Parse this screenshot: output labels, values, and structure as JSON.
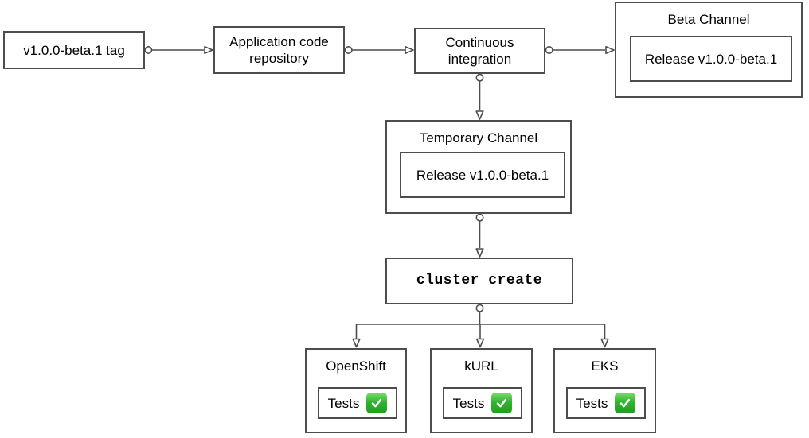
{
  "diagram": {
    "nodes": {
      "tag": {
        "label": "v1.0.0-beta.1 tag"
      },
      "repo": {
        "label": "Application code repository"
      },
      "ci": {
        "label": "Continuous integration"
      },
      "beta_channel": {
        "title": "Beta Channel",
        "release_label": "Release v1.0.0-beta.1"
      },
      "temporary_channel": {
        "title": "Temporary Channel",
        "release_label": "Release v1.0.0-beta.1"
      },
      "cluster_create": {
        "label": "cluster create"
      },
      "clusters": [
        {
          "title": "OpenShift",
          "tests_label": "Tests",
          "status_icon": "check-mark-button"
        },
        {
          "title": "kURL",
          "tests_label": "Tests",
          "status_icon": "check-mark-button"
        },
        {
          "title": "EKS",
          "tests_label": "Tests",
          "status_icon": "check-mark-button"
        }
      ]
    },
    "edges": [
      {
        "from": "tag",
        "to": "repo"
      },
      {
        "from": "repo",
        "to": "ci"
      },
      {
        "from": "ci",
        "to": "beta_channel"
      },
      {
        "from": "ci",
        "to": "temporary_channel"
      },
      {
        "from": "temporary_channel",
        "to": "cluster_create"
      },
      {
        "from": "cluster_create",
        "to": "openshift"
      },
      {
        "from": "cluster_create",
        "to": "kurl"
      },
      {
        "from": "cluster_create",
        "to": "eks"
      }
    ],
    "colors": {
      "stroke": "#4d4d4d",
      "background": "#ffffff",
      "text": "#000000",
      "check_green": "#2eb02e"
    }
  }
}
